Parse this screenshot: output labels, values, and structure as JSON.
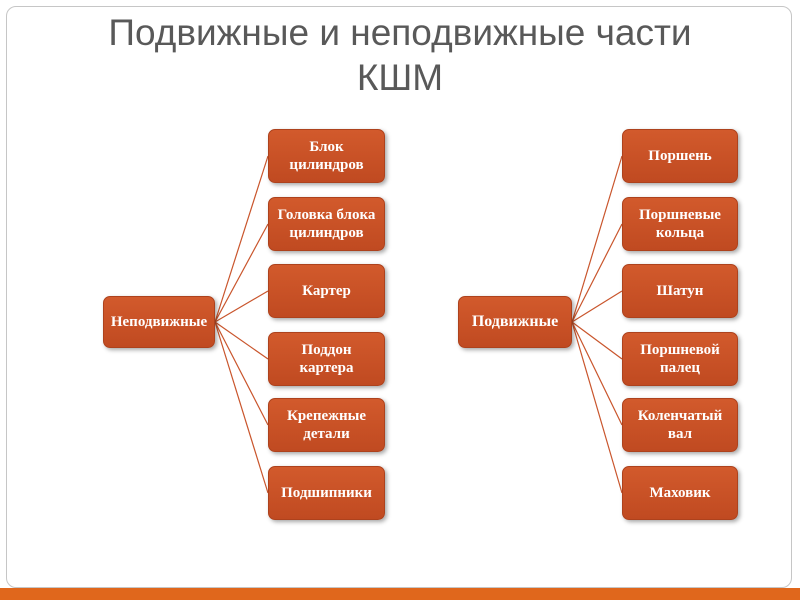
{
  "title": "Подвижные и неподвижные части КШМ",
  "left_tree": {
    "root": "Неподвижные",
    "children": [
      "Блок цилиндров",
      "Головка блока цилиндров",
      "Картер",
      "Поддон картера",
      "Крепежные детали",
      "Подшипники"
    ]
  },
  "right_tree": {
    "root": "Подвижные",
    "children": [
      "Поршень",
      "Поршневые кольца",
      "Шатун",
      "Поршневой палец",
      "Коленчатый вал",
      "Маховик"
    ]
  },
  "colors": {
    "node_fill": "#C8502A",
    "node_border": "#AD421D",
    "connector": "#C9552C",
    "accent_bar": "#E0671C",
    "title_text": "#595959",
    "slide_border": "#C6C6C6"
  }
}
